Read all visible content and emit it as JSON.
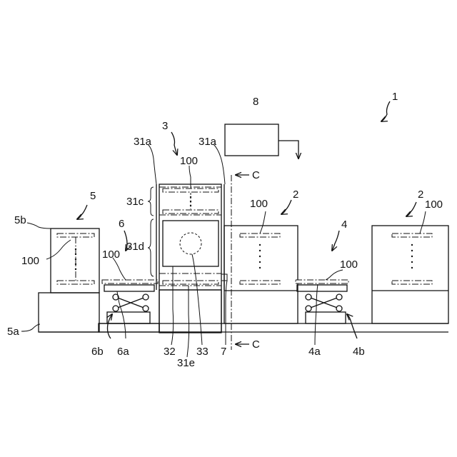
{
  "labels": {
    "system": "1",
    "store_a": "2",
    "store_b": "2",
    "unit3": "3",
    "robot4": "4",
    "robot4a": "4a",
    "robot4b": "4b",
    "station5": "5",
    "station5a": "5a",
    "station5b": "5b",
    "robot6": "6",
    "robot6a": "6a",
    "robot6b": "6b",
    "sensor7": "7",
    "controller8": "8",
    "part31a_left": "31a",
    "part31a_right": "31a",
    "part31c": "31c",
    "part31d": "31d",
    "part31e": "31e",
    "part32": "32",
    "part33": "33",
    "wafer_unit3": "100",
    "wafer_store_a": "100",
    "wafer_store_b": "100",
    "wafer_station5": "100",
    "wafer_robot6": "100",
    "wafer_robot4": "100",
    "section_top": "C",
    "section_bottom": "C"
  }
}
